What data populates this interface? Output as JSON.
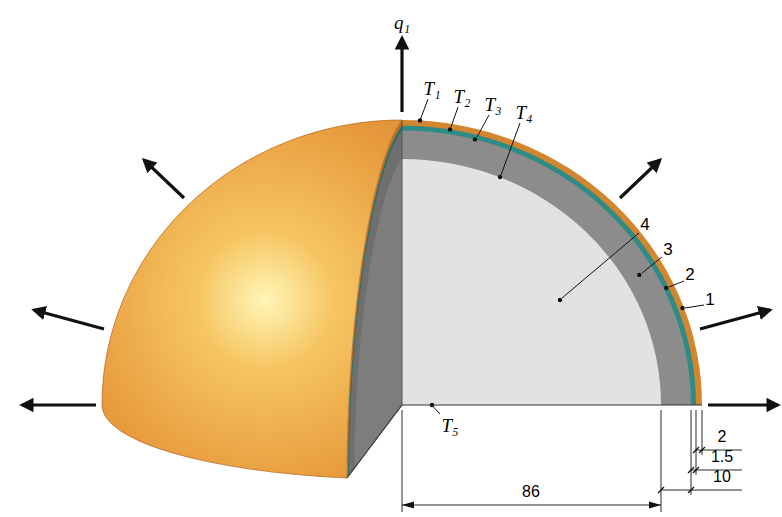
{
  "diagram": {
    "labels": [
      "q₁",
      "T₁",
      "T₂",
      "T₃",
      "T₄",
      "4",
      "3",
      "2",
      "1",
      "T₅",
      "86",
      "2",
      "1.5",
      "10"
    ]
  }
}
